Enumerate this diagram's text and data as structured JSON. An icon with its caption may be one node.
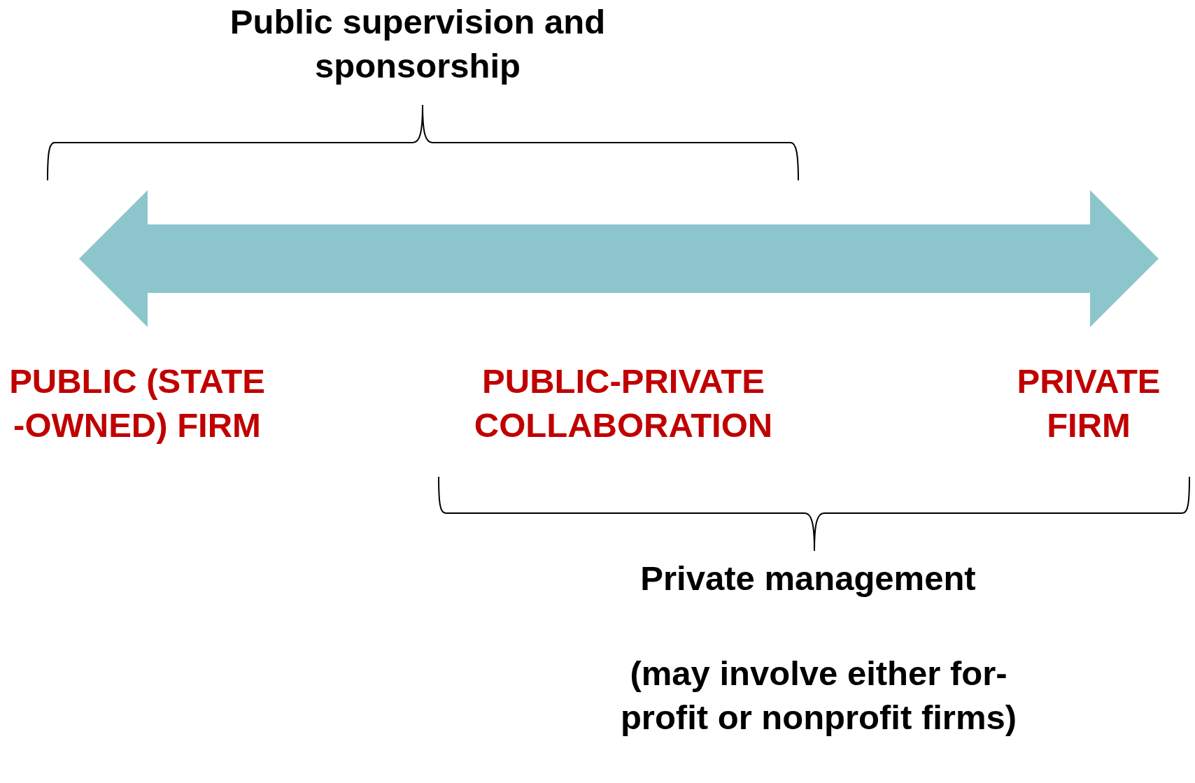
{
  "diagram": {
    "labels": [
      "Public supervision and sponsorship",
      "PUBLIC (STATE-OWNED) FIRM",
      "PUBLIC-PRIVATE COLLABORATION",
      "PRIVATE FIRM",
      "Private management",
      "(may involve either for-profit or nonprofit firms)"
    ]
  }
}
